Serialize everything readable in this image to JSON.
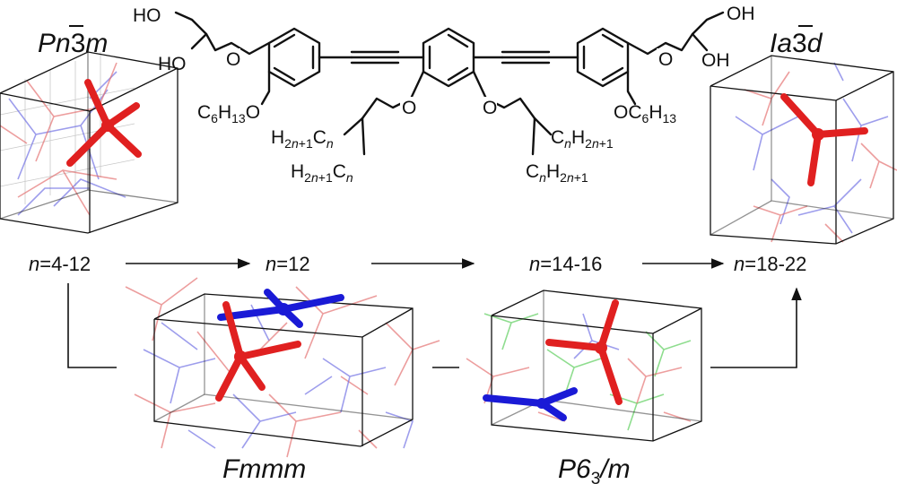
{
  "phases": {
    "pn3m": {
      "letters": "Pn",
      "bar_digit": "3",
      "tail": "m"
    },
    "ia3d": {
      "letters": "Ia",
      "bar_digit": "3",
      "tail": "d"
    },
    "fmmm": {
      "label": "Fmmm"
    },
    "p63m": {
      "letters": "P6",
      "subscript": "3",
      "tail": "/m"
    }
  },
  "conditions": {
    "c1": {
      "var": "n",
      "rest": "=4-12"
    },
    "c2": {
      "var": "n",
      "rest": "=12"
    },
    "c3": {
      "var": "n",
      "rest": "=14-16"
    },
    "c4": {
      "var": "n",
      "rest": "=18-22"
    }
  },
  "molecule": {
    "ho_top_left": "HO",
    "ho_left": "HO",
    "oh_top_right": "OH",
    "oh_right": "OH",
    "o_left_chain": "O",
    "o_right_chain": "O",
    "o_core_left": "O",
    "o_core_right": "O",
    "hexyl_left": {
      "o": "O",
      "c": "C",
      "c_sub": "6",
      "h": "H",
      "h_sub": "13"
    },
    "hexyl_right": {
      "o": "O",
      "c": "C",
      "c_sub": "6",
      "h": "H",
      "h_sub": "13"
    },
    "alkyl_left_top": {
      "h": "H",
      "h_sub_a": "2",
      "h_sub_n": "n",
      "h_sub_b": "+1",
      "c": "C",
      "c_sub": "n"
    },
    "alkyl_left_bottom": {
      "h": "H",
      "h_sub_a": "2",
      "h_sub_n": "n",
      "h_sub_b": "+1",
      "c": "C",
      "c_sub": "n"
    },
    "alkyl_right_top": {
      "c": "C",
      "c_sub": "n",
      "h": "H",
      "h_sub_a": "2",
      "h_sub_n": "n",
      "h_sub_b": "+1"
    },
    "alkyl_right_bottom": {
      "c": "C",
      "c_sub": "n",
      "h": "H",
      "h_sub_a": "2",
      "h_sub_n": "n",
      "h_sub_b": "+1"
    }
  },
  "colors": {
    "network_a": "#e02020",
    "network_b": "#1a1ad6",
    "network_c": "#5fcf5f"
  }
}
